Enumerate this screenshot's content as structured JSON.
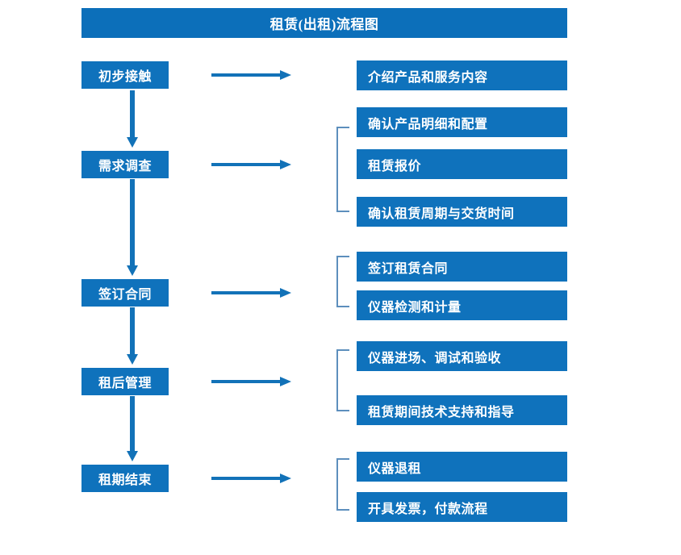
{
  "diagram": {
    "title": "租赁(出租)流程图",
    "colors": {
      "box_fill": "#0f72bc",
      "title_fill": "#0c6fba",
      "text": "#ffffff",
      "connector": "#1272b8",
      "bracket": "#5d8fbd",
      "background": "#ffffff"
    },
    "stages": [
      {
        "label": "初步接触"
      },
      {
        "label": "需求调查"
      },
      {
        "label": "签订合同"
      },
      {
        "label": "租后管理"
      },
      {
        "label": "租期结束"
      }
    ],
    "details": [
      {
        "label": "介绍产品和服务内容"
      },
      {
        "label": "确认产品明细和配置"
      },
      {
        "label": "租赁报价"
      },
      {
        "label": "确认租赁周期与交货时间"
      },
      {
        "label": "签订租赁合同"
      },
      {
        "label": "仪器检测和计量"
      },
      {
        "label": "仪器进场、调试和验收"
      },
      {
        "label": "租赁期间技术支持和指导"
      },
      {
        "label": "仪器退租"
      },
      {
        "label": "开具发票，付款流程"
      }
    ]
  }
}
